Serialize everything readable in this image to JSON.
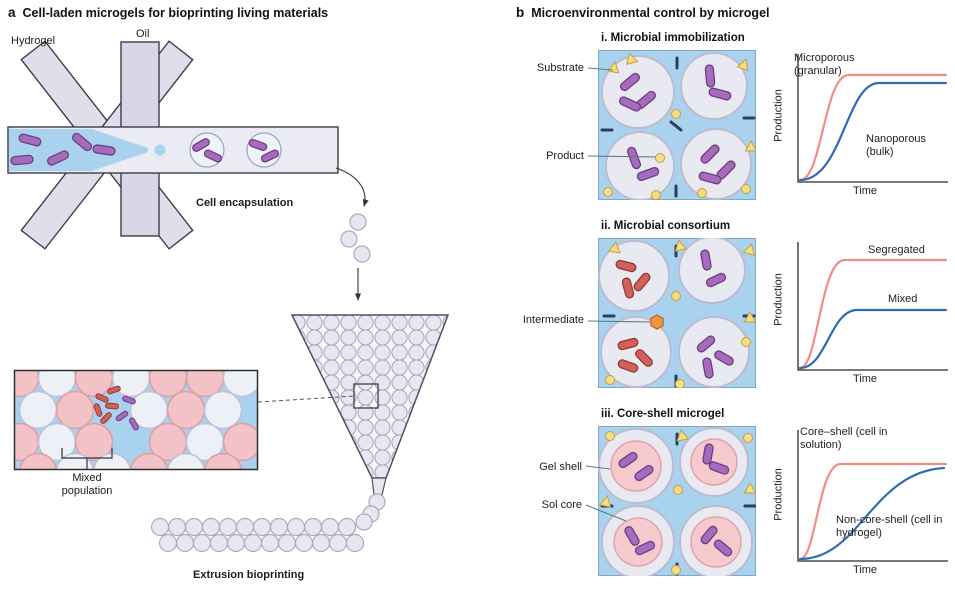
{
  "panel_a": {
    "letter": "a",
    "title": "Cell-laden microgels for bioprinting living materials",
    "labels": {
      "hydrogel": "Hydrogel",
      "oil": "Oil",
      "cell_encapsulation": "Cell encapsulation",
      "mixed_population": "Mixed population",
      "extrusion": "Extrusion bioprinting"
    }
  },
  "panel_b": {
    "letter": "b",
    "title": "Microenvironmental control by microgel",
    "sections": [
      {
        "title": "i. Microbial immobilization",
        "callouts": {
          "substrate": "Substrate",
          "product": "Product"
        },
        "chart": {
          "type": "line",
          "ylabel": "Production",
          "xlabel": "Time",
          "series": [
            {
              "name": "Microporous (granular)",
              "color": "#ef8e84",
              "shape": "early sigmoid, high plateau"
            },
            {
              "name": "Nanoporous (bulk)",
              "color": "#2e6cb3",
              "shape": "later sigmoid, similar plateau"
            }
          ]
        }
      },
      {
        "title": "ii. Microbial consortium",
        "callouts": {
          "intermediate": "Intermediate"
        },
        "chart": {
          "type": "line",
          "ylabel": "Production",
          "xlabel": "Time",
          "series": [
            {
              "name": "Segregated",
              "color": "#ef8e84",
              "shape": "sigmoid, high plateau"
            },
            {
              "name": "Mixed",
              "color": "#2e6cb3",
              "shape": "sigmoid, low plateau"
            }
          ]
        }
      },
      {
        "title": "iii. Core-shell microgel",
        "callouts": {
          "gel_shell": "Gel shell",
          "sol_core": "Sol core"
        },
        "chart": {
          "type": "line",
          "ylabel": "Production",
          "xlabel": "Time",
          "series": [
            {
              "name": "Core–shell (cell in solution)",
              "color": "#ef8e84",
              "shape": "early sigmoid"
            },
            {
              "name": "Non-core-shell (cell in hydrogel)",
              "color": "#2e6cb3",
              "shape": "slow late sigmoid"
            }
          ]
        }
      }
    ]
  },
  "colors": {
    "hydrogel_blue": "#a8d2ee",
    "oil_lavender": "#d6d6e6",
    "microgel_gray": "#e9e9f2",
    "cell_purple": "#a76bbd",
    "cell_red": "#d2605a",
    "substrate_yellow": "#f7dc84",
    "intermediate_orange": "#f0953f",
    "core_pink": "#f6c9cd",
    "curve_red": "#ef8e84",
    "curve_blue": "#2e6cb3"
  }
}
